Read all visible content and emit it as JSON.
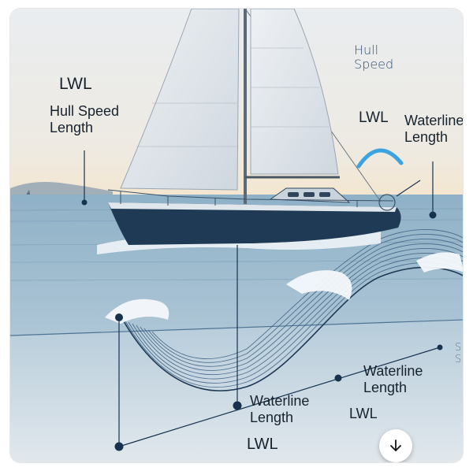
{
  "colors": {
    "sky_top": "#e9edf0",
    "sky_bottom": "#f4e6cf",
    "sea": "#8fb1c7",
    "hull": "#1f3a55",
    "sail": "#dfe4ea",
    "marker": "#16324f",
    "wave_line": "#3a5f82",
    "arc_blue": "#3aa3e0"
  },
  "labels": {
    "lwl_left": "LWL",
    "hull_speed_length": "Hull Speed\nLength",
    "hull_speed_top": "Hull\nSpeed",
    "lwl_mid": "LWL",
    "waterline_length_right": "Waterline\nLength",
    "waterline_length_center": "Waterline\nLength",
    "waterline_length_bottom": "Waterline\nLength",
    "lwl_bottom_right": "LWL",
    "lwl_bottom": "LWL",
    "edge_fragment": "S\nS"
  },
  "icons": {
    "download": "arrow-down-icon"
  }
}
